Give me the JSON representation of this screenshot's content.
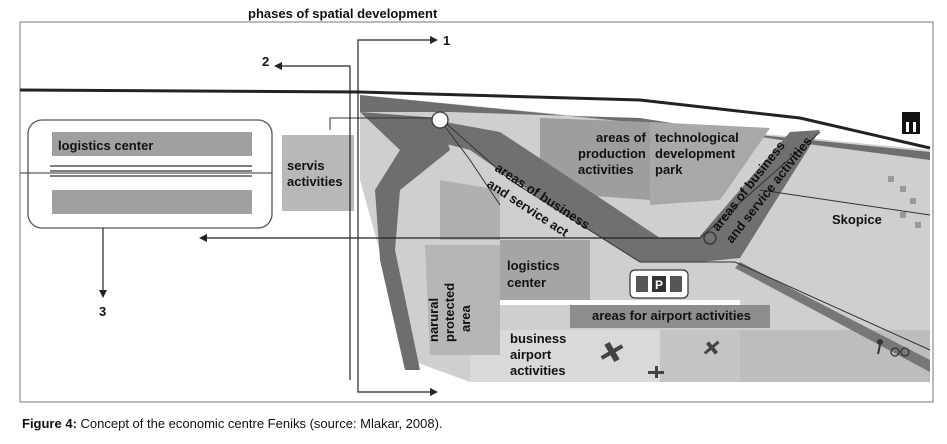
{
  "title": "phases of spatial development",
  "phases": {
    "one": "1",
    "two": "2",
    "three": "3"
  },
  "zones": {
    "logistics_center_left": "logistics center",
    "servis_line1": "servis",
    "servis_line2": "activities",
    "production_line1": "areas of",
    "production_line2": "production",
    "production_line3": "activities",
    "tech_line1": "technological",
    "tech_line2": "development",
    "tech_line3": "park",
    "business_diag_line1": "areas of business",
    "business_diag_line2": "and service act",
    "business_right_line1": "areas of business",
    "business_right_line2": "and service activities",
    "logistics_center_mid_line1": "logistics",
    "logistics_center_mid_line2": "center",
    "protected_line1": "narural",
    "protected_line2": "protected",
    "protected_line3": "area",
    "airport_activities": "areas for airport activities",
    "business_airport_line1": "business",
    "business_airport_line2": "airport",
    "business_airport_line3": "activities",
    "skopice": "Skopice"
  },
  "caption": {
    "label": "Figure 4:",
    "text": " Concept of the economic centre Feniks (source: Mlakar, 2008)."
  },
  "colors": {
    "dark": "#6e6e6e",
    "mid": "#9a9a9a",
    "light": "#bdbdbd",
    "lighter": "#d6d6d6",
    "frame": "#4a4a4a"
  }
}
